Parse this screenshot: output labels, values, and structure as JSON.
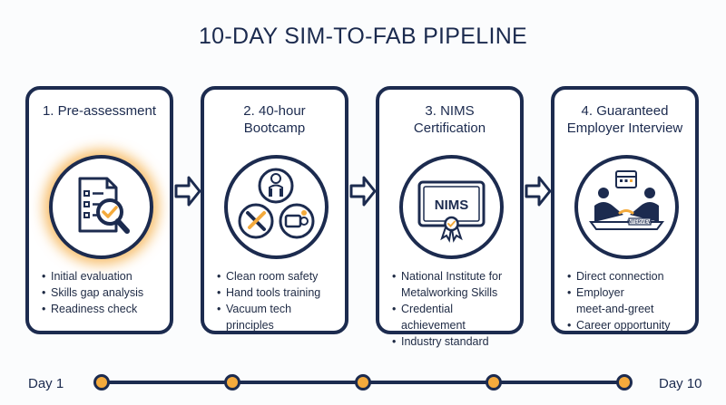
{
  "title": "10-DAY SIM-TO-FAB PIPELINE",
  "steps": [
    {
      "title": "1. Pre-assessment",
      "icon": "checklist-magnifier-icon",
      "bullets": [
        "Initial evaluation",
        "Skills gap analysis",
        "Readiness check"
      ]
    },
    {
      "title": "2. 40-hour\nBootcamp",
      "icon": "bootcamp-tools-icon",
      "bullets": [
        "Clean room safety",
        "Hand tools training",
        "Vacuum tech principles"
      ]
    },
    {
      "title": "3. NIMS\nCertification",
      "icon": "certificate-icon",
      "certificate_text": "NIMS",
      "bullets": [
        "National Institute for\nMetalworking Skills",
        "Credential achievement",
        "Industry standard"
      ]
    },
    {
      "title": "4. Guaranteed\nEmployer Interview",
      "icon": "handshake-interview-icon",
      "interview_text": "INTERVIEW",
      "bullets": [
        "Direct connection",
        "Employer\nmeet-and-greet",
        "Career opportunity"
      ]
    }
  ],
  "timeline": {
    "start_label": "Day 1",
    "end_label": "Day 10",
    "milestones": 5
  },
  "colors": {
    "navy": "#1c2b4f",
    "accent": "#f4aa3c"
  }
}
